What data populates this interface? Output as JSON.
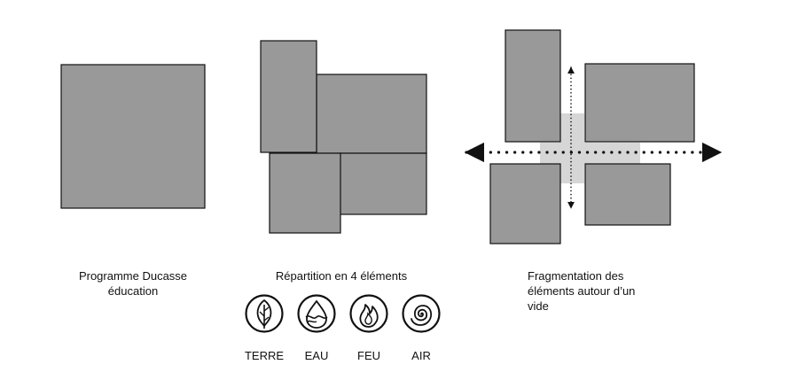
{
  "colors": {
    "block_fill": "#999999",
    "block_stroke": "#111111",
    "void_fill": "#d6d6d6",
    "arrow": "#111111",
    "icon": "#111111"
  },
  "panels": [
    {
      "caption_lines": [
        "Programme Ducasse",
        "éducation"
      ]
    },
    {
      "caption_lines": [
        "Répartition en 4 éléments"
      ]
    },
    {
      "caption_lines": [
        "Fragmentation des",
        "éléments autour d’un",
        "vide"
      ]
    }
  ],
  "elements": [
    {
      "label": "TERRE",
      "icon": "leaf-icon"
    },
    {
      "label": "EAU",
      "icon": "water-drop-icon"
    },
    {
      "label": "FEU",
      "icon": "flame-icon"
    },
    {
      "label": "AIR",
      "icon": "spiral-icon"
    }
  ]
}
